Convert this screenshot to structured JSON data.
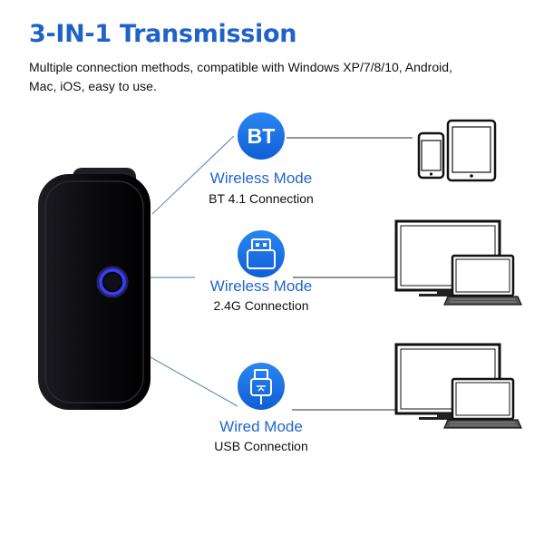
{
  "header": {
    "title": "3-IN-1 Transmission",
    "subtitle": "Multiple connection methods, compatible with Windows XP/7/8/10, Android, Mac, iOS, easy to use."
  },
  "modes": [
    {
      "icon": "bluetooth-icon",
      "icon_text": "BT",
      "mode": "Wireless Mode",
      "connection": "BT 4.1 Connection"
    },
    {
      "icon": "usb-dongle-icon",
      "mode": "Wireless Mode",
      "connection": "2.4G Connection"
    },
    {
      "icon": "usb-plug-icon",
      "mode": "Wired Mode",
      "connection": "USB Connection"
    }
  ],
  "colors": {
    "accent": "#1f63c9",
    "icon_blue": "#1a73e8",
    "scanner_body": "#0c0c10",
    "ring_glow": "#3b3bff"
  }
}
